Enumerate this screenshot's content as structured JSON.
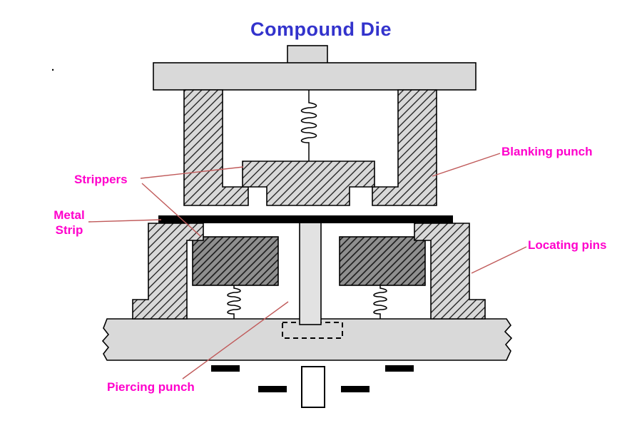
{
  "title": "Compound Die",
  "labels": {
    "blanking_punch": "Blanking punch",
    "strippers": "Strippers",
    "metal_strip": "Metal Strip",
    "locating_pins": "Locating pins",
    "piercing_punch": "Piercing punch"
  },
  "stray_mark": ".",
  "colors": {
    "title": "#3333cc",
    "label": "#ff00cc",
    "leader": "#c05a5a",
    "part_light": "#d9d9d9",
    "part_lighter": "#e2e2e2",
    "hatch_light_bg": "#d9d9d9",
    "hatch_dark_bg": "#8f8f8f",
    "strip": "#000000",
    "outline": "#000000",
    "background": "#ffffff"
  }
}
